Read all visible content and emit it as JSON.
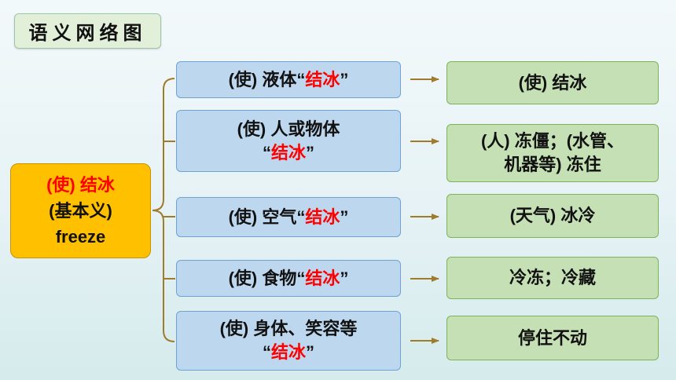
{
  "title": "语义网络图",
  "colors": {
    "highlight": "#FF0000",
    "root_bg": "#FFC000",
    "source_bg": "#BDD7EE",
    "target_bg": "#C5E0B4",
    "connector": "#A07B2C"
  },
  "root": {
    "lines": [
      "(使) 结冰",
      "(基本义)",
      "freeze"
    ]
  },
  "branches": [
    {
      "source": [
        [
          "(使) 液体“",
          "结冰",
          "”"
        ]
      ],
      "target": [
        "(使) 结冰"
      ]
    },
    {
      "source": [
        [
          "(使) 人或物体"
        ],
        [
          "“",
          "结冰",
          "”"
        ]
      ],
      "target": [
        "(人) 冻僵；(水管、",
        "机器等) 冻住"
      ]
    },
    {
      "source": [
        [
          "(使) 空气“",
          "结冰",
          "”"
        ]
      ],
      "target": [
        "(天气) 冰冷"
      ]
    },
    {
      "source": [
        [
          "(使) 食物“",
          "结冰",
          "”"
        ]
      ],
      "target": [
        "冷冻；冷藏"
      ]
    },
    {
      "source": [
        [
          "(使) 身体、笑容等"
        ],
        [
          "“",
          "结冰",
          "”"
        ]
      ],
      "target": [
        "停住不动"
      ]
    }
  ]
}
